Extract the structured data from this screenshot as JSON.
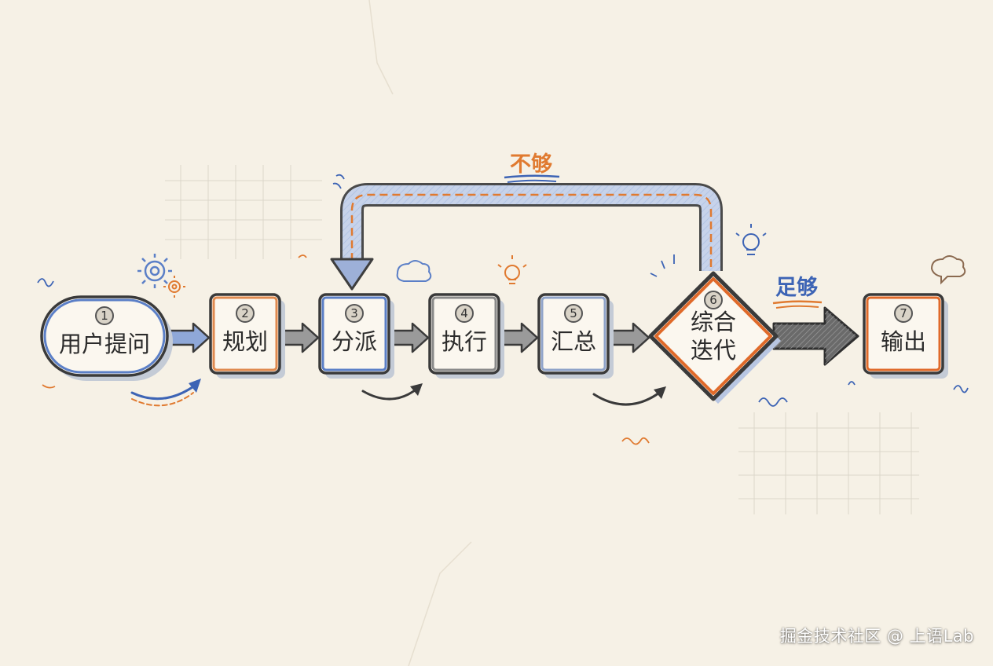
{
  "diagram": {
    "nodes": [
      {
        "id": "1",
        "number": "1",
        "label": "用户提问",
        "shape": "pill",
        "accent": "#5b7fc7"
      },
      {
        "id": "2",
        "number": "2",
        "label": "规划",
        "shape": "square",
        "accent": "#e08a4f"
      },
      {
        "id": "3",
        "number": "3",
        "label": "分派",
        "shape": "square",
        "accent": "#5b7fc7"
      },
      {
        "id": "4",
        "number": "4",
        "label": "执行",
        "shape": "square",
        "accent": "#8a8a8a"
      },
      {
        "id": "5",
        "number": "5",
        "label": "汇总",
        "shape": "square",
        "accent": "#8fa3c9"
      },
      {
        "id": "6",
        "number": "6",
        "label_lines": [
          "综合",
          "迭代"
        ],
        "shape": "diamond",
        "accent": "#e06a2a"
      },
      {
        "id": "7",
        "number": "7",
        "label": "输出",
        "shape": "square",
        "accent": "#e06a2a"
      }
    ],
    "edges": [
      {
        "from": "1",
        "to": "2"
      },
      {
        "from": "2",
        "to": "3"
      },
      {
        "from": "3",
        "to": "4"
      },
      {
        "from": "4",
        "to": "5"
      },
      {
        "from": "5",
        "to": "6"
      },
      {
        "from": "6",
        "to": "3",
        "label": "不够",
        "label_color": "#e07a30"
      },
      {
        "from": "6",
        "to": "7",
        "label": "足够",
        "label_color": "#3d64b5"
      }
    ]
  },
  "colors": {
    "background": "#f6f1e6",
    "ink": "#2b2b2b",
    "orange": "#e07a30",
    "blue": "#5b7fc7",
    "gray_arrow": "#8a8a8a"
  },
  "watermark": "掘金技术社区 @ 上语Lab"
}
